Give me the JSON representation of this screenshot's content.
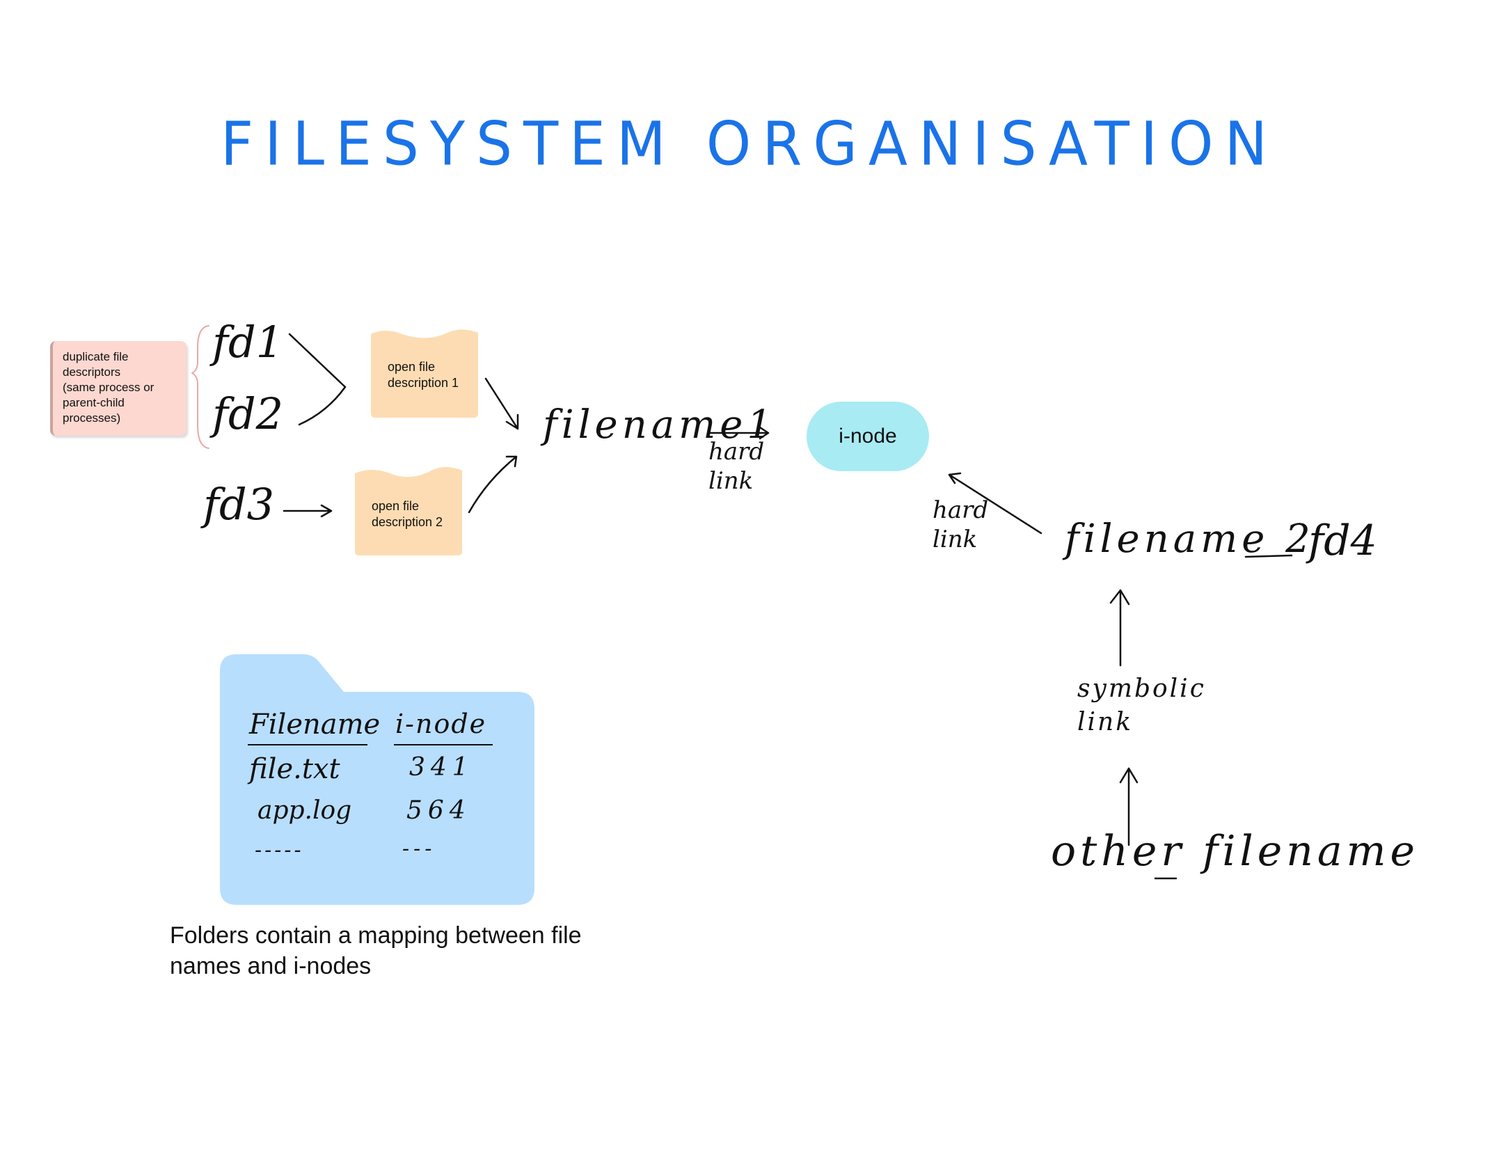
{
  "title": "FILESYSTEM ORGANISATION",
  "note": {
    "line1": "duplicate file",
    "line2": "descriptors",
    "line3": "(same process or",
    "line4": "parent-child",
    "line5": "processes)"
  },
  "fds": {
    "fd1": "fd1",
    "fd2": "fd2",
    "fd3": "fd3",
    "fd4": "fd4"
  },
  "ofd1": {
    "line1": "open file",
    "line2": "description 1"
  },
  "ofd2": {
    "line1": "open file",
    "line2": "description 2"
  },
  "filename1": "filename1",
  "filename2": "filename 2",
  "inode": "i-node",
  "hard_link_1": {
    "line1": "hard",
    "line2": "link"
  },
  "hard_link_2": {
    "line1": "hard",
    "line2": "link"
  },
  "symbolic_link": {
    "line1": "symbolic",
    "line2": "link"
  },
  "other_filename": "other filename",
  "folder_table": {
    "headers": [
      "Filename",
      "i-node"
    ],
    "rows": [
      [
        "file.txt",
        "341"
      ],
      [
        "app.log",
        "564"
      ],
      [
        "-----",
        "---"
      ]
    ]
  },
  "caption": {
    "line1": "Folders contain a mapping between file",
    "line2": "names and i-nodes"
  },
  "colors": {
    "title": "#1a73e8",
    "note_bg": "#fcd8d0",
    "doc_bg": "#fddcb3",
    "inode_bg": "#a8ebf3",
    "folder_bg": "#b8defd",
    "brace": "#e8a8a8"
  }
}
